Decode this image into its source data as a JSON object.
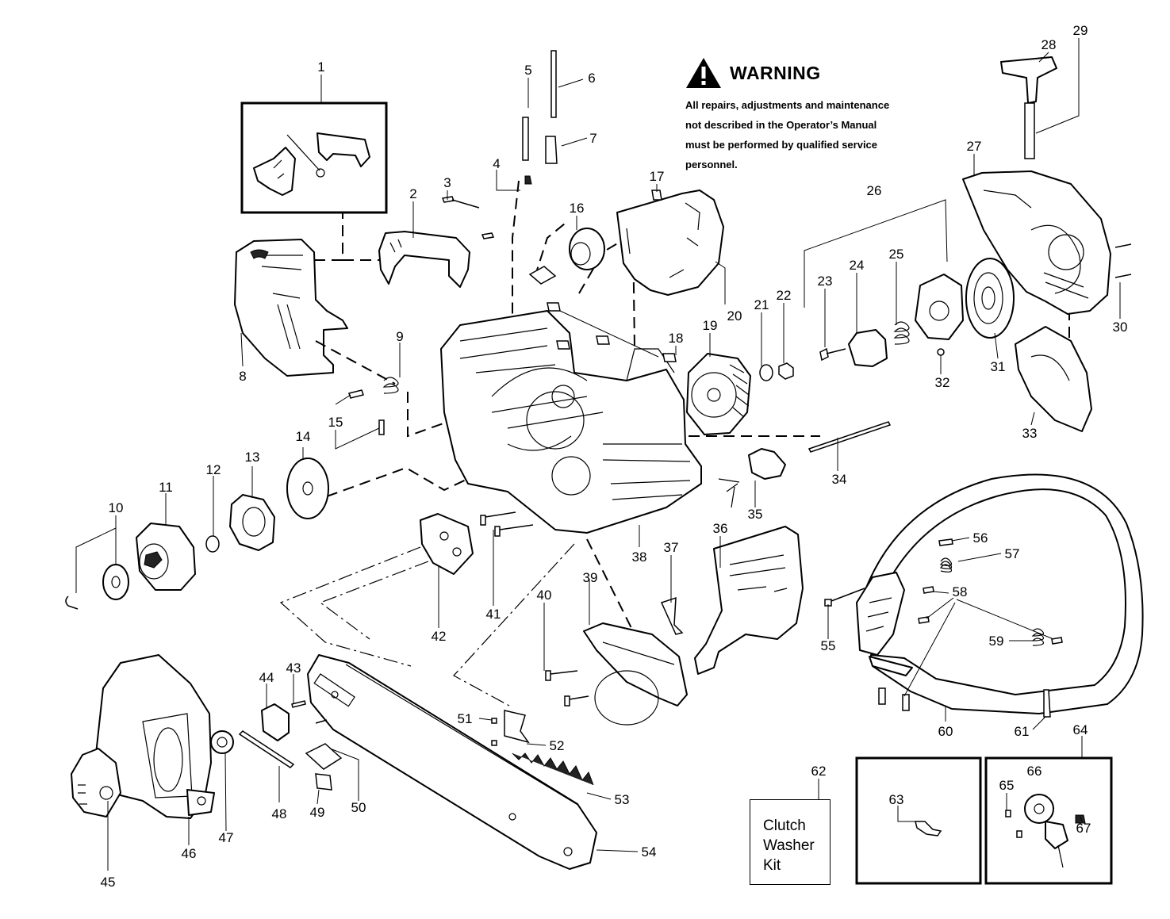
{
  "warning": {
    "title": "WARNING",
    "lines": [
      "All repairs, adjustments and maintenance",
      "not described in the Operator’s Manual",
      "must be performed by qualified  service",
      "personnel."
    ]
  },
  "kit_label": "Clutch\nWasher\nKit",
  "callouts": [
    "1",
    "2",
    "3",
    "4",
    "5",
    "6",
    "7",
    "8",
    "9",
    "10",
    "11",
    "12",
    "13",
    "14",
    "15",
    "16",
    "17",
    "18",
    "19",
    "20",
    "21",
    "22",
    "23",
    "24",
    "25",
    "26",
    "27",
    "28",
    "29",
    "30",
    "31",
    "32",
    "33",
    "34",
    "35",
    "36",
    "37",
    "38",
    "39",
    "40",
    "41",
    "42",
    "43",
    "44",
    "45",
    "46",
    "47",
    "48",
    "49",
    "50",
    "51",
    "52",
    "53",
    "54",
    "55",
    "56",
    "57",
    "58",
    "59",
    "60",
    "61",
    "62",
    "63",
    "64",
    "65",
    "66",
    "67"
  ],
  "icons": {
    "warning": "warning-triangle-icon"
  }
}
